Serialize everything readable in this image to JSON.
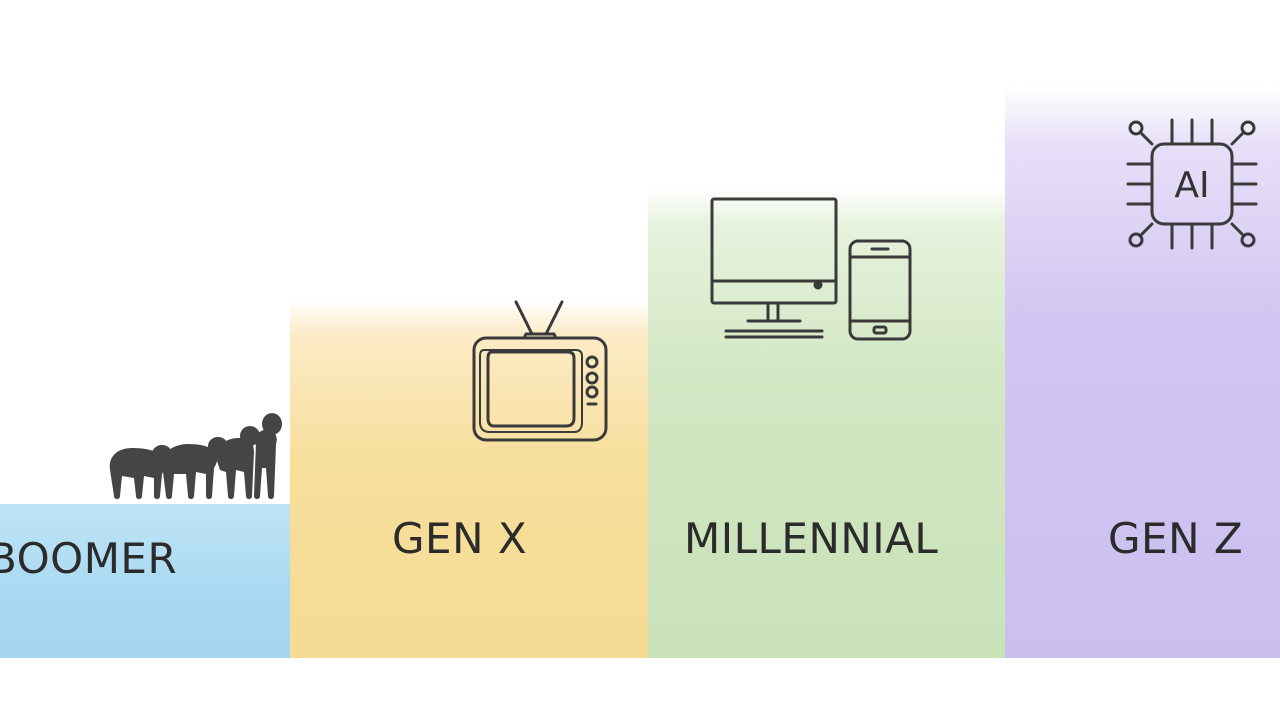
{
  "generations": [
    {
      "label": "BOOMER",
      "icon": "people-evolution-icon",
      "color": "#a9d9f2"
    },
    {
      "label": "GEN X",
      "icon": "tv-icon",
      "color": "#f7df9c"
    },
    {
      "label": "MILLENNIAL",
      "icon": "computer-phone-icon",
      "color": "#d2e7c3"
    },
    {
      "label": "GEN Z",
      "icon": "ai-chip-icon",
      "color": "#d2c6f2",
      "icon_text": "AI"
    }
  ]
}
